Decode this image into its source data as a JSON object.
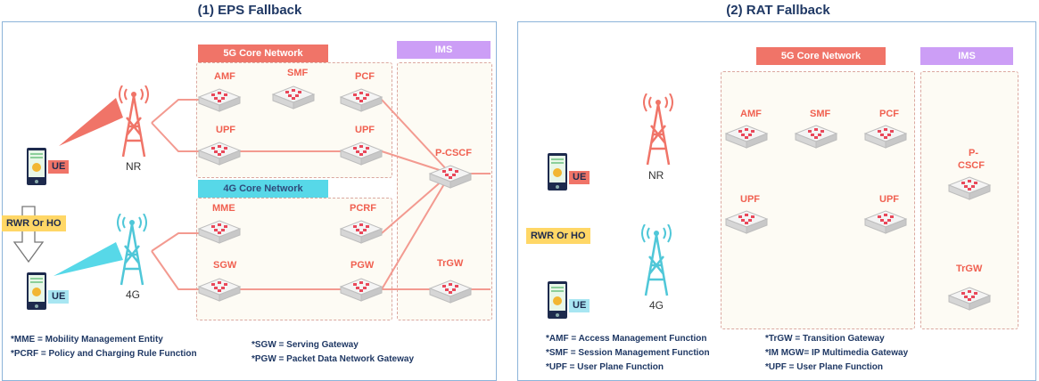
{
  "left": {
    "title": "(1) EPS Fallback",
    "core5g": "5G Core Network",
    "core4g": "4G Core Network",
    "ims": "IMS",
    "amf": "AMF",
    "smf": "SMF",
    "pcf": "PCF",
    "upf1": "UPF",
    "upf2": "UPF",
    "mme": "MME",
    "pcrf": "PCRF",
    "sgw": "SGW",
    "pgw": "PGW",
    "pcscf": "P-CSCF",
    "trgw": "TrGW",
    "nr": "NR",
    "g4": "4G",
    "ue1": "UE",
    "ue2": "UE",
    "rwr": "RWR Or HO",
    "legend1": [
      "*MME = Mobility Management Entity",
      "*PCRF = Policy and Charging Rule Function"
    ],
    "legend2": [
      "*SGW = Serving Gateway",
      "*PGW = Packet Data Network Gateway"
    ]
  },
  "right": {
    "title": "(2) RAT Fallback",
    "core5g": "5G Core Network",
    "ims": "IMS",
    "amf": "AMF",
    "smf": "SMF",
    "pcf": "PCF",
    "upf1": "UPF",
    "upf2": "UPF",
    "pcscf1": "P-",
    "pcscf2": "CSCF",
    "trgw": "TrGW",
    "nr": "NR",
    "g4": "4G",
    "ue1": "UE",
    "ue2": "UE",
    "rwr": "RWR Or HO",
    "legend1": [
      "*AMF = Access Management Function",
      "*SMF = Session Management Function",
      "*UPF = User Plane Function"
    ],
    "legend2": [
      "*TrGW = Transition Gateway",
      "*IM MGW= IP Multimedia Gateway",
      "*UPF = User Plane Function"
    ]
  },
  "colors": {
    "accent": "#f07468",
    "nr_beam": "#f07468",
    "g4_beam": "#57d8e8",
    "title": "#1f3864"
  }
}
